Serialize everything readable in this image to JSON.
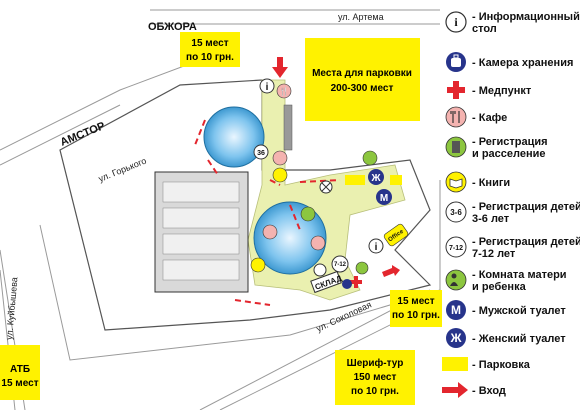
{
  "roads": {
    "artema": "ул. Артема",
    "gorkogo": "ул. Горького",
    "kuybysheva": "ул. Куйбышева",
    "sokolovaya": "ул. Соколовая"
  },
  "places": {
    "obzhora": "ОБЖОРА",
    "amstor": "АМСТОР",
    "warehouse": "СКЛАД",
    "office": "Office"
  },
  "parking": {
    "obzhora": [
      "15 мест",
      "по 10 грн."
    ],
    "main": [
      "Места для парковки",
      "200-300 мест"
    ],
    "sokolovaya": [
      "15 мест",
      "по 10 грн."
    ],
    "atb": [
      "АТБ",
      "15 мест"
    ],
    "sheriff": [
      "Шериф-тур",
      "150 мест",
      "по 10 грн."
    ]
  },
  "map_badges": {
    "age_3_6": "3-6",
    "age_3_6_short": "36",
    "age_7_12": "7-12"
  },
  "legend": [
    {
      "icon": "info-icon",
      "symbol": "i",
      "text": [
        "- Информационный",
        "стол"
      ]
    },
    {
      "icon": "luggage-icon",
      "symbol": "",
      "text": [
        "- Камера хранения"
      ]
    },
    {
      "icon": "first-aid-icon",
      "symbol": "",
      "text": [
        "- Медпункт"
      ]
    },
    {
      "icon": "cafe-icon",
      "symbol": "",
      "text": [
        "- Кафе"
      ]
    },
    {
      "icon": "registration-icon",
      "symbol": "",
      "text": [
        "- Регистрация",
        "и расселение"
      ]
    },
    {
      "icon": "books-icon",
      "symbol": "",
      "text": [
        "- Книги"
      ]
    },
    {
      "icon": "kids-3-6-icon",
      "symbol": "3-6",
      "text": [
        "- Регистрация детей",
        "3-6 лет"
      ]
    },
    {
      "icon": "kids-7-12-icon",
      "symbol": "7-12",
      "text": [
        "- Регистрация детей",
        "7-12 лет"
      ]
    },
    {
      "icon": "mother-child-icon",
      "symbol": "",
      "text": [
        "- Комната матери",
        "и ребенка"
      ]
    },
    {
      "icon": "mens-toilet-icon",
      "symbol": "М",
      "text": [
        "- Мужской туалет"
      ]
    },
    {
      "icon": "womens-toilet-icon",
      "symbol": "Ж",
      "text": [
        "- Женский туалет"
      ]
    },
    {
      "icon": "parking-swatch-icon",
      "symbol": "",
      "text": [
        "- Парковка"
      ]
    },
    {
      "icon": "entrance-arrow-icon",
      "symbol": "",
      "text": [
        "- Вход"
      ]
    }
  ],
  "colors": {
    "parking": "#fff200",
    "path": "#eaf0b0",
    "entrance": "#e3262e",
    "info": "#ffffff",
    "luggage": "#27348b",
    "cafe": "#f4b3b0",
    "registration": "#8cc63f",
    "toilet": "#27348b",
    "dome": "#3aa0d8"
  }
}
